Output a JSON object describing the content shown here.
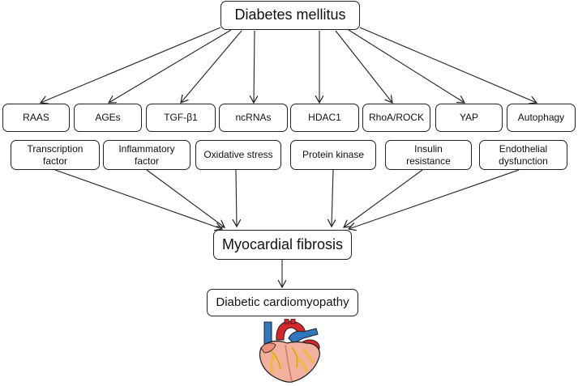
{
  "title": "Diabetes mellitus",
  "factors_row1": [
    "RAAS",
    "AGEs",
    "TGF-β1",
    "ncRNAs",
    "HDAC1",
    "RhoA/ROCK",
    "YAP",
    "Autophagy"
  ],
  "factors_row2": [
    "Transcription\nfactor",
    "Inflammatory\nfactor",
    "Oxidative stress",
    "Protein kinase",
    "Insulin\nresistance",
    "Endothelial\ndysfunction"
  ],
  "middle": "Myocardial fibrosis",
  "outcome": "Diabetic cardiomyopathy",
  "icons": {
    "heart": "heart-illustration"
  },
  "colors": {
    "line": "#222222",
    "heart_red": "#d9262b",
    "heart_blue": "#2f78bd",
    "heart_muscle": "#f2b09e",
    "heart_vessel": "#e8c21a"
  }
}
